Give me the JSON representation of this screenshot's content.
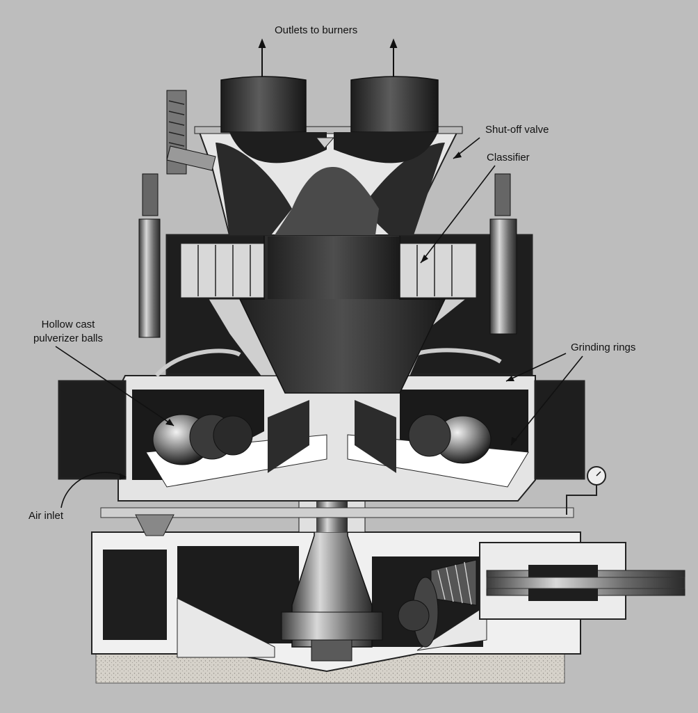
{
  "labels": {
    "outlets": "Outlets to burners",
    "shutoff_valve": "Shut-off valve",
    "classifier": "Classifier",
    "hollow_line1": "Hollow cast",
    "hollow_line2": "pulverizer balls",
    "grinding_rings": "Grinding rings",
    "air_inlet": "Air inlet"
  },
  "colors": {
    "background": "#bdbdbd",
    "metal_dark": "#2a2a2a",
    "metal_mid": "#5a5a5a",
    "metal_light": "#e6e6e6",
    "base_concrete": "#d4d0c8"
  }
}
